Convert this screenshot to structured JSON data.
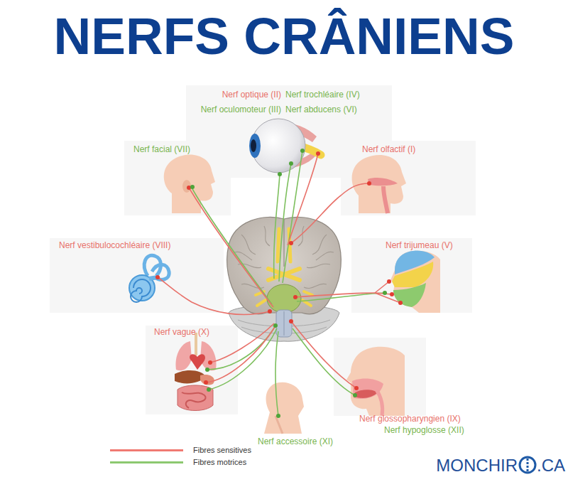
{
  "diagram": {
    "title": "NERFS CRÂNIENS",
    "labels": [
      "Nerf optique (II)",
      "Nerf trochléaire (IV)",
      "Nerf oculomoteur (III)",
      "Nerf abducens (VI)",
      "Nerf facial (VII)",
      "Nerf olfactif (I)",
      "Nerf vestibulocochléaire (VIII)",
      "Nerf trijumeau (V)",
      "Nerf vague (X)",
      "Nerf glossopharyngien (IX)",
      "Nerf hypoglosse (XII)",
      "Nerf accessoire (XI)",
      "MONCHIR",
      ".CA"
    ],
    "legend": [
      {
        "text": "Fibres sensitives"
      },
      {
        "text": "Fibres motrices"
      }
    ]
  }
}
